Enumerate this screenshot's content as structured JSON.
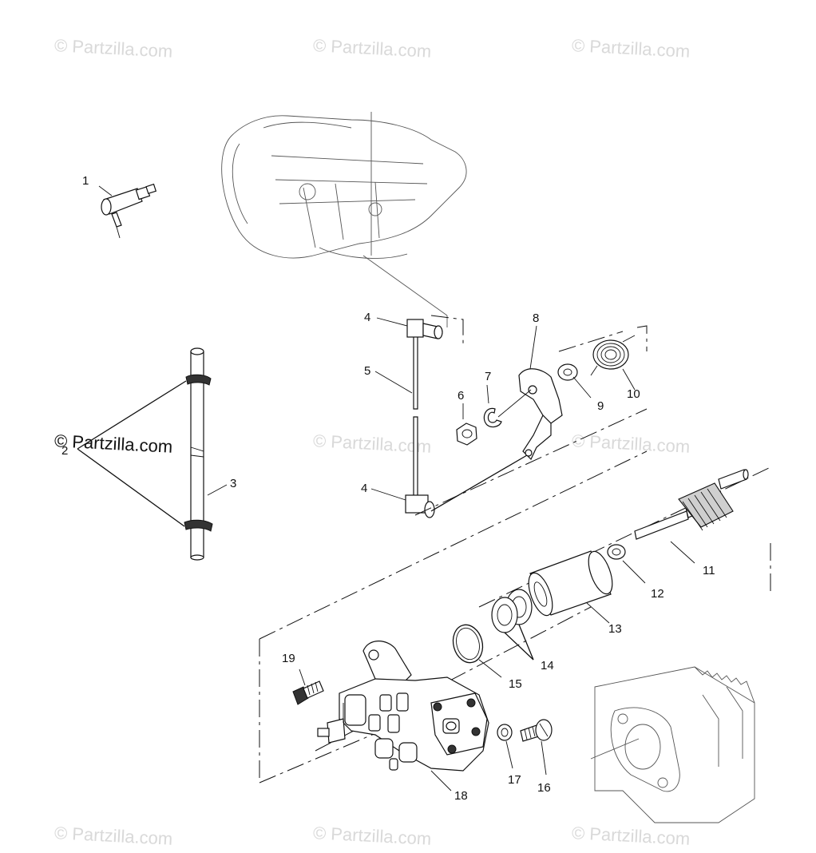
{
  "watermarks": [
    "© Partzilla.com",
    "© Partzilla.com",
    "© Partzilla.com",
    "© Partzilla.com",
    "© Partzilla.com",
    "© Partzilla.com",
    "© Partzilla.com",
    "© Partzilla.com",
    "© Partzilla.com"
  ],
  "callouts": [
    "1",
    "2",
    "3",
    "4",
    "5",
    "4",
    "6",
    "7",
    "8",
    "9",
    "10",
    "11",
    "12",
    "13",
    "14",
    "15",
    "16",
    "17",
    "18",
    "19"
  ]
}
